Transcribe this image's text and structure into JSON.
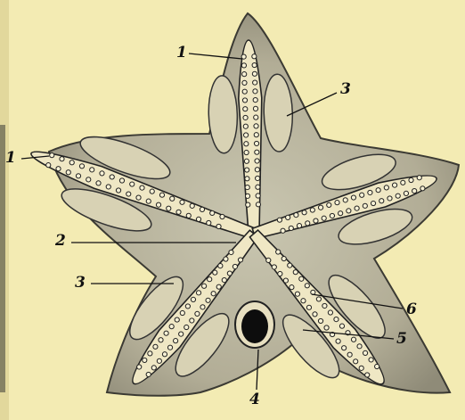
{
  "figure": {
    "subject": "starfish-oral-view",
    "callouts": [
      {
        "id": "c1a",
        "text": "1"
      },
      {
        "id": "c1b",
        "text": "1"
      },
      {
        "id": "c3a",
        "text": "3"
      },
      {
        "id": "c2",
        "text": "2"
      },
      {
        "id": "c3b",
        "text": "3"
      },
      {
        "id": "c6",
        "text": "6"
      },
      {
        "id": "c5",
        "text": "5"
      },
      {
        "id": "c4",
        "text": "4"
      }
    ]
  },
  "colors": {
    "paper": "#f3ebb3",
    "body_fill": "#b8b49e",
    "groove_fill": "#efe7c4",
    "ink": "#1a1a1a",
    "mouth": "#0d0d0d"
  }
}
